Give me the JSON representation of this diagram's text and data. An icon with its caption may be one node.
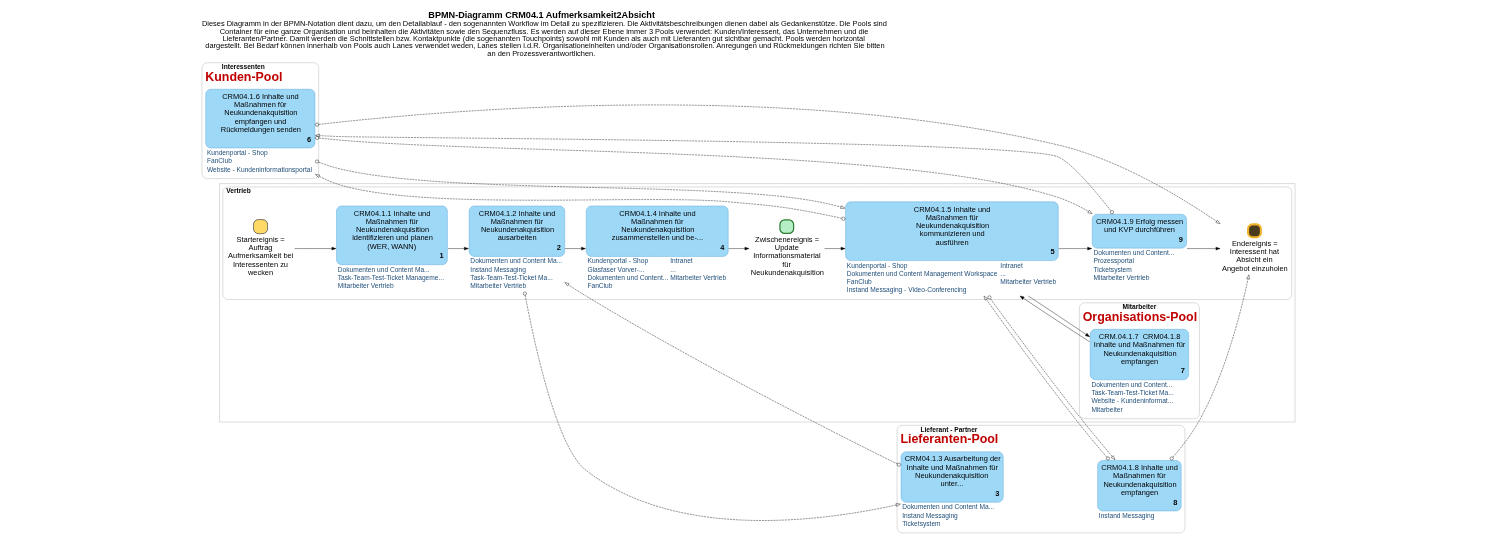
{
  "diagram": {
    "title": "BPMN-Diagramm CRM04.1 Aufmerksamkeit2Absicht",
    "caption": "Dieses Diagramm in der BPMN-Notation dient dazu, um den Detailablauf - den sogenannten Workflow im Detail zu spezifizieren. Die Aktivitätsbeschreibungen dienen dabei als Gedankenstütze. Die Pools sind Container für eine ganze Organisation und beinhalten die Aktivitäten sowie den Sequenzfluss. Es werden auf dieser Ebene immer 3 Pools verwendet: Kunden/Interessent, das Unternehmen und die Lieferanten/Partner. Damit werden die Schnittstellen bzw. Kontaktpunkte (die sogenannten Touchpoints) sowohl mit Kunden als auch mit Lieferanten gut sichtbar gemacht. Pools werden horizontal dargestellt. Bei Bedarf können innerhalb von Pools auch Lanes verwendet weden, Lanes stellen i.d.R. Organisationeinheiten und/oder Organisationsrollen. Anregungen und Rückmeldungen richten Sie bitten an den Prozessverantwortlichen.",
    "nodes": [
      {
        "text": [
          "Interessenten",
          "Kunden-Pool"
        ]
      },
      {
        "text": [],
        "shape": "box"
      },
      {
        "text": [
          "Vertrieb"
        ],
        "in": 1
      },
      {
        "text": [
          "Mitarbeiter",
          "Organisations-Pool"
        ],
        "in": 1
      },
      {
        "text": [
          "Lieferant - Partner",
          "Lieferanten-Pool"
        ]
      },
      {
        "text": [
          "CRM04.1.6 Inhalte und Maßnahmen für Neukundenakquisition empfangen und Rückmeldungen senden",
          "6"
        ],
        "in": 0,
        "beside": [
          "Kundenportal - Shop",
          "FanClub",
          "Website - Kundeninformationsportal"
        ]
      },
      {
        "text": [],
        "shape": "circle",
        "in": 2,
        "beside": [
          "Startereignis = Auftrag Aufmerksamkeit bei Interessenten zu wecken"
        ]
      },
      {
        "text": [
          "CRM04.1.1 Inhalte und Maßnahmen für Neukundenakquisition identifizieren und planen (WER, WANN)",
          "1"
        ],
        "in": 2,
        "beside": [
          "Dokumenten und Content Ma...",
          "Task-Team-Test-Ticket Manageme...",
          "Mitarbeiter Vertrieb"
        ]
      },
      {
        "text": [
          "CRM04.1.2 Inhalte und Maßnahmen für Neukundenakquisition ausarbeiten",
          "2"
        ],
        "in": 2,
        "beside": [
          "Dokumenten und Content Ma...",
          "Instand Messaging",
          "Task-Team-Test-Ticket Ma...",
          "Mitarbeiter Vertrieb"
        ]
      },
      {
        "text": [
          "CRM04.1.4 Inhalte und Maßnahmen für Neukundenakquisition zusammenstellen und be-...",
          "4"
        ],
        "in": 2,
        "beside": [
          "Kundenportal - Shop",
          "Glasfaser Vorver-...",
          "Dokumenten und Content...",
          "FanClub",
          "Intranet",
          "...",
          "Mitarbeiter Vertrieb"
        ]
      },
      {
        "text": [],
        "shape": "circle",
        "in": 2,
        "beside": [
          "Zwischenereignis = Update Informationsmaterial für Neukundenakquisition"
        ]
      },
      {
        "text": [
          "CRM04.1.5 Inhalte und Maßnahmen für Neukundenakquisition kommunizieren und ausführen",
          "5"
        ],
        "in": 2,
        "beside": [
          "Kundenportal - Shop",
          "Dokumenten und Content Management Workspace",
          "FanClub",
          "Instand Messaging - Video-Conferencing",
          "Intranet",
          "...",
          "Mitarbeiter Vertrieb"
        ]
      },
      {
        "text": [
          "CRM04.1.9 Erfolg messen und KVP durchführen",
          "9"
        ],
        "in": 2,
        "beside": [
          "Dokumenten und Content...",
          "Prozessportal",
          "Ticketsystem",
          "Mitarbeiter Vertrieb"
        ]
      },
      {
        "text": [],
        "shape": "circle",
        "in": 2,
        "beside": [
          "Endereignis = Interessent hat Absicht ein Angebot einzuholen"
        ]
      },
      {
        "text": [
          "CRM.04.1.7  CRM04.1.8 Inhalte und Maßnahmen für Neukundenakquisition empfangen",
          "7"
        ],
        "in": 3,
        "beside": [
          "Dokumenten und Content...",
          "Task-Team-Test-Ticket Ma...",
          "Website - Kundeninformat...",
          "Mitarbeiter"
        ]
      },
      {
        "text": [
          "CRM04.1.3 Ausarbeitung der Inhalte und Maßnahmen für Neukundenakquisition  unter...",
          "3"
        ],
        "in": 4,
        "beside": [
          "Dokumenten und Content Ma...",
          "Instand Messaging",
          "Ticketsystem"
        ]
      },
      {
        "text": [
          "CRM04.1.8 Inhalte und Maßnahmen für Neukundenakquisition empfangen",
          "8"
        ],
        "in": 4,
        "beside": [
          "Instand Messaging"
        ]
      }
    ],
    "edges": [
      {
        "from": 6,
        "to": 7,
        "arrow": "to"
      },
      {
        "from": 7,
        "to": 8,
        "arrow": "to"
      },
      {
        "from": 8,
        "to": 9,
        "arrow": "to"
      },
      {
        "from": 9,
        "to": 10,
        "arrow": "to"
      },
      {
        "from": 10,
        "to": 11,
        "arrow": "to"
      },
      {
        "from": 11,
        "to": 12,
        "arrow": "to"
      },
      {
        "from": 12,
        "to": 13,
        "arrow": "to"
      },
      {
        "from": 11,
        "to": 14,
        "arrow": "to"
      },
      {
        "from": 14,
        "to": 11,
        "arrow": "to"
      },
      {
        "from": 8,
        "to": 15,
        "arrow": "to",
        "style": "dashed"
      },
      {
        "from": 15,
        "to": 8,
        "arrow": "to",
        "style": "dashed"
      },
      {
        "from": 11,
        "to": 5,
        "arrow": "to",
        "style": "dashed"
      },
      {
        "from": 5,
        "to": 11,
        "arrow": "to",
        "style": "dashed"
      },
      {
        "from": 12,
        "to": 5,
        "arrow": "to",
        "style": "dashed"
      },
      {
        "from": 5,
        "to": 12,
        "arrow": "to",
        "style": "dashed"
      },
      {
        "from": 5,
        "to": 13,
        "arrow": "to",
        "style": "dashed"
      },
      {
        "from": 11,
        "to": 16,
        "arrow": "to",
        "style": "dashed"
      },
      {
        "from": 16,
        "to": 11,
        "arrow": "to",
        "style": "dashed"
      },
      {
        "from": 16,
        "to": 13,
        "arrow": "to",
        "style": "dashed"
      }
    ]
  }
}
